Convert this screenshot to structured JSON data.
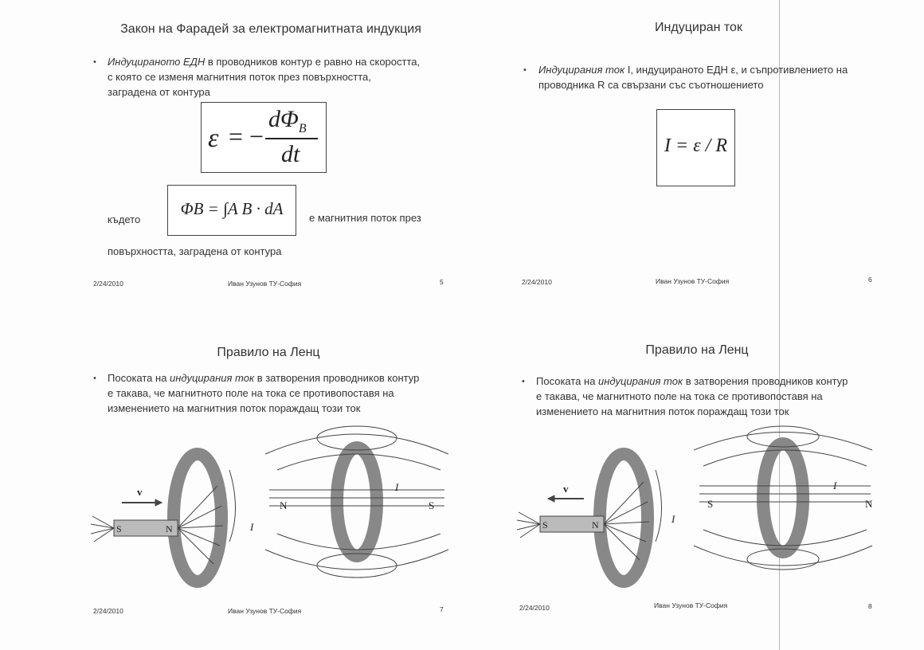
{
  "slides": [
    {
      "title": "Закон на Фарадей за електромагнитната индукция",
      "bullet_em": "Индуцираното ЕДН",
      "bullet_line1": " в проводников контур е равно на скоростта,",
      "bullet_line2": "с която се изменя магнитния поток през повърхността,",
      "bullet_line3": "заградена от контура",
      "formula": "ε = − dΦB / dt",
      "where": "където",
      "flux_formula": "ΦB = ∫A B · dA",
      "after_formula": "е магнитния поток през",
      "last_line": "повърхността, заградена от контура",
      "date": "2/24/2010",
      "author": "Иван Узунов ТУ-София",
      "page": "5"
    },
    {
      "title": "Индуциран ток",
      "bullet_em": "Индуцирания ток",
      "bullet_line1": " I, индуцираното ЕДН ε, и съпротивлението на",
      "bullet_line2": "проводника R са свързани със съотношението",
      "formula": "I = ε / R",
      "date": "2/24/2010",
      "author": "Иван Узунов ТУ-София",
      "page": "6"
    },
    {
      "title": "Правило на Ленц",
      "bullet_pre": "Посоката на ",
      "bullet_em": "индуцирания ток",
      "bullet_line1": " в затворения проводников контур",
      "bullet_line2": "е такава, че магнитното поле на тока се противопоставя на",
      "bullet_line3": "изменението на магнитния поток пораждащ този ток",
      "fig": {
        "v": "v",
        "magnet_s": "S",
        "magnet_n": "N",
        "current": "I",
        "left_pole": "N",
        "right_pole": "S",
        "current2": "I"
      },
      "date": "2/24/2010",
      "author": "Иван Узунов ТУ-София",
      "page": "7"
    },
    {
      "title": "Правило на Ленц",
      "bullet_pre": "Посоката на ",
      "bullet_em": "индуцирания ток",
      "bullet_line1": " в затворения проводников контур",
      "bullet_line2": "е такава, че магнитното поле на тока се противопоставя на",
      "bullet_line3": "изменението на магнитния поток пораждащ този ток",
      "fig": {
        "v": "v",
        "magnet_s": "S",
        "magnet_n": "N",
        "current": "I",
        "left_pole": "S",
        "right_pole": "N",
        "current2": "I"
      },
      "date": "2/24/2010",
      "author": "Иван Узунов ТУ-София",
      "page": "8"
    }
  ]
}
